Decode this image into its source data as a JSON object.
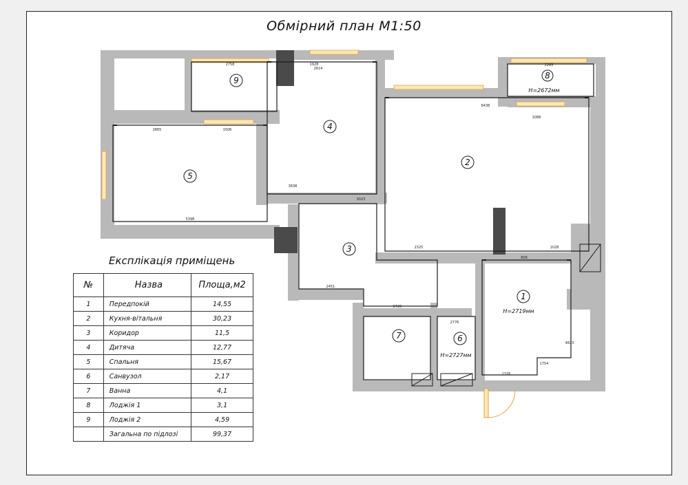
{
  "title": "Обмірний план М1:50",
  "rooms": [
    {
      "num": "1",
      "height": "H=2719мм"
    },
    {
      "num": "2",
      "height": ""
    },
    {
      "num": "3",
      "height": ""
    },
    {
      "num": "4",
      "height": ""
    },
    {
      "num": "5",
      "height": ""
    },
    {
      "num": "6",
      "height": "H=2727мм"
    },
    {
      "num": "7",
      "height": ""
    },
    {
      "num": "8",
      "height": "H=2672мм"
    },
    {
      "num": "9",
      "height": ""
    }
  ],
  "dimensions": [
    "2758",
    "2614",
    "1928",
    "2865",
    "1506",
    "5398",
    "3838",
    "6438",
    "2451",
    "3023",
    "2325",
    "1028",
    "4823",
    "808",
    "1088",
    "2720",
    "1754",
    "1376",
    "2265",
    "2776"
  ],
  "legend": {
    "title": "Експлікація приміщень",
    "headers": [
      "№",
      "Назва",
      "Площа,м2"
    ],
    "rows": [
      {
        "no": "1",
        "name": "Передпокій",
        "area": "14,55"
      },
      {
        "no": "2",
        "name": "Кухня-вітальня",
        "area": "30,23"
      },
      {
        "no": "3",
        "name": "Коридор",
        "area": "11,5"
      },
      {
        "no": "4",
        "name": "Дитяча",
        "area": "12,77"
      },
      {
        "no": "5",
        "name": "Спальня",
        "area": "15,67"
      },
      {
        "no": "6",
        "name": "Санвузол",
        "area": "2,17"
      },
      {
        "no": "7",
        "name": "Ванна",
        "area": "4,1"
      },
      {
        "no": "8",
        "name": "Лоджія 1",
        "area": "3,1"
      },
      {
        "no": "9",
        "name": "Лоджія 2",
        "area": "4,59"
      },
      {
        "no": "",
        "name": "Загальна по підлозі",
        "area": "99,37"
      }
    ]
  },
  "colors": {
    "wall": "#b9b9b9",
    "column": "#4a4a4a",
    "window": "#e8c06a",
    "line": "#1a1a1a"
  }
}
